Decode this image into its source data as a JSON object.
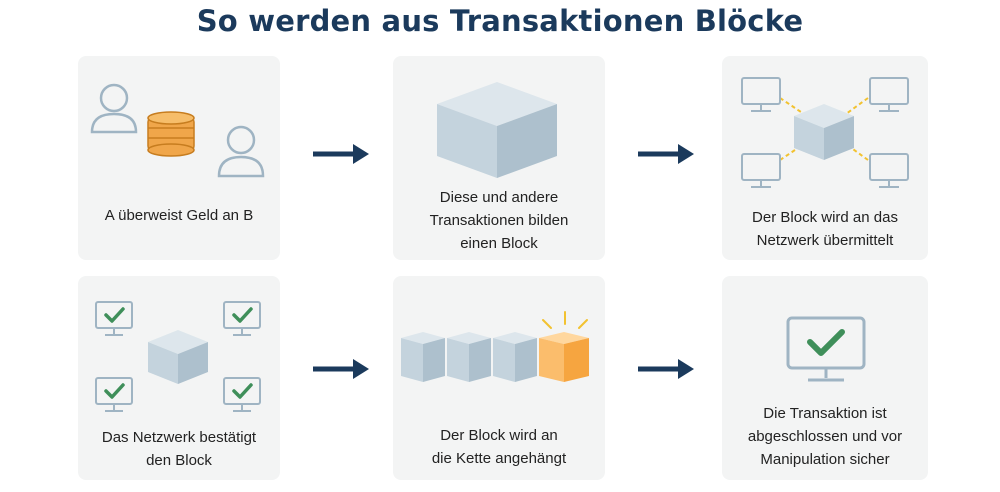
{
  "title": "So werden aus Transaktionen Blöcke",
  "steps": [
    {
      "caption": "A überweist Geld an B"
    },
    {
      "caption": "Diese und andere Transaktionen bilden einen Block"
    },
    {
      "caption": "Der Block wird an das Netzwerk übermittelt"
    },
    {
      "caption": "Das Netzwerk bestätigt den Block"
    },
    {
      "caption": "Der Block wird an die Kette angehängt"
    },
    {
      "caption": "Die Transaktion ist abgeschlossen und vor Manipulation sicher"
    }
  ],
  "colors": {
    "title": "#1b3a5c",
    "arrow": "#1b3a5c",
    "card_bg": "#f3f4f4",
    "icon_outline": "#9fb4c3",
    "cube_top": "#dde6ec",
    "cube_left": "#c4d3dd",
    "cube_right": "#adc0cd",
    "coin": "#f0a64a",
    "check": "#3f8f5a",
    "new_block": "#f6a540",
    "connector": "#f2c230"
  },
  "icons": [
    "person-icon",
    "coins-icon",
    "cube-icon",
    "monitor-icon",
    "checkmark-icon",
    "blockchain-icon"
  ]
}
